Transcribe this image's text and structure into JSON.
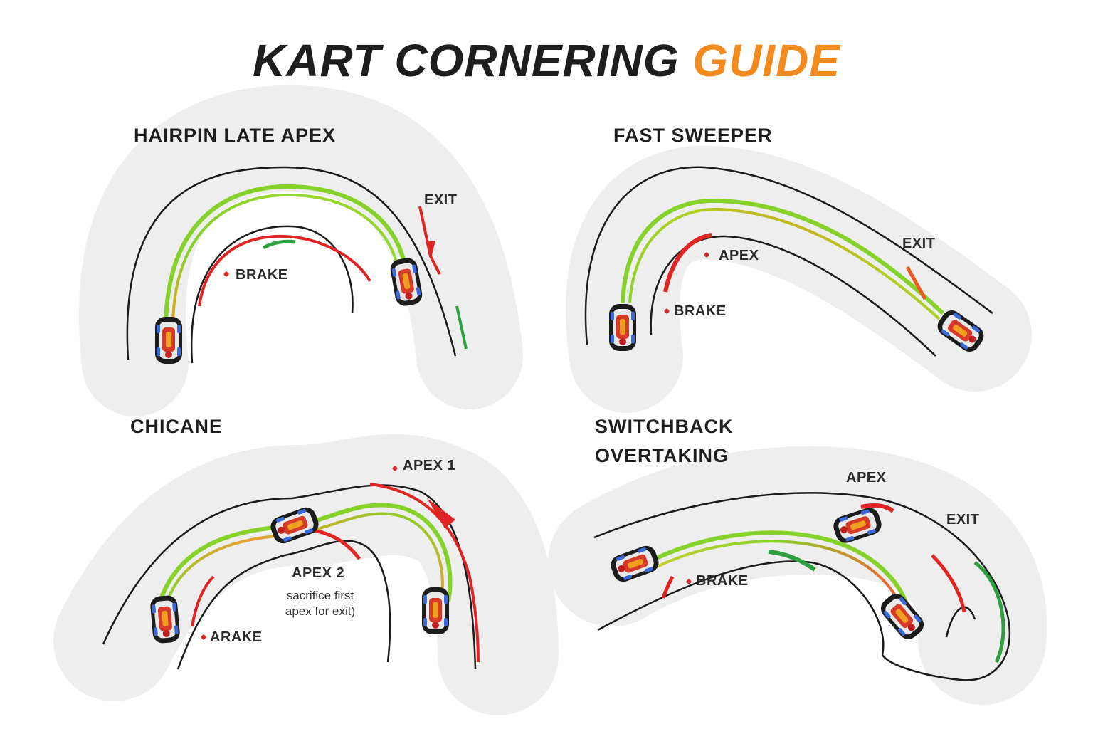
{
  "title": {
    "main": "KART CORNERING",
    "accent": "GUIDE"
  },
  "colors": {
    "accent": "#f28a1e",
    "ideal_line": "#86d22a",
    "brake_line": "#e02424",
    "track_bg": "#eeeeee",
    "track_edge": "#1a1a1a"
  },
  "panels": {
    "hairpin": {
      "title": "HAIRPIN LATE APEX",
      "labels": {
        "exit": "EXIT",
        "brake": "BRAKE"
      }
    },
    "sweeper": {
      "title": "FAST SWEEPER",
      "labels": {
        "exit": "EXIT",
        "apex": "APEX",
        "brake": "BRAKE"
      }
    },
    "chicane": {
      "title": "CHICANE",
      "labels": {
        "apex1": "APEX 1",
        "apex2": "APEX 2",
        "brake": "ARAKE",
        "note": "sacrifice first apex for exit)"
      }
    },
    "switchback": {
      "title_line1": "SWITCHBACK",
      "title_line2": "OVERTAKING",
      "labels": {
        "apex": "APEX",
        "exit": "EXIT",
        "brake": "BRAKE"
      }
    }
  }
}
